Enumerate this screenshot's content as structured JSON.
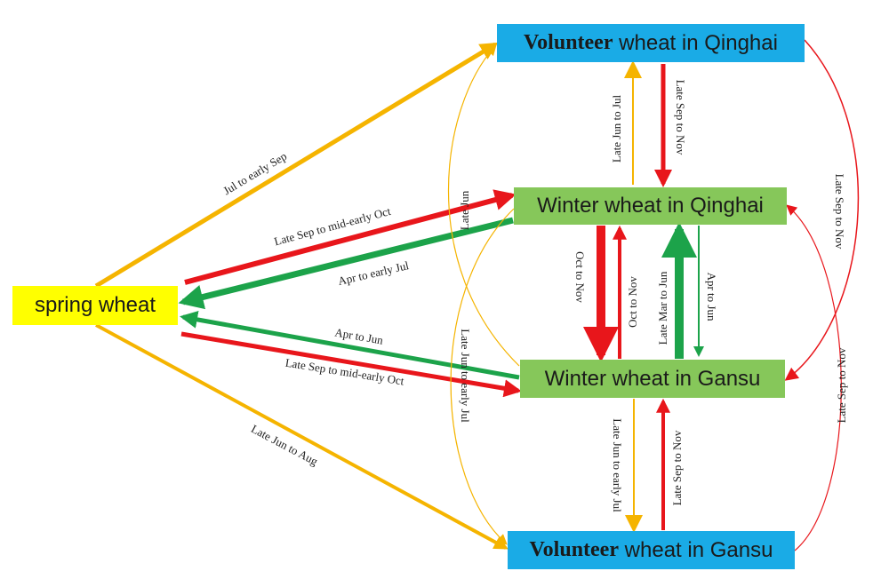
{
  "colors": {
    "yellow_arrow": "#f5b400",
    "red_arrow": "#e8161b",
    "green_arrow": "#1ca34a",
    "volunteer_box": "#1aabe6",
    "winter_box": "#86c75a",
    "spring_box": "#ffff00"
  },
  "nodes": {
    "volunteer_qinghai": {
      "lead": "Volunteer",
      "rest": " wheat in Qinghai"
    },
    "winter_qinghai": {
      "label": "Winter wheat in Qinghai"
    },
    "spring_wheat": {
      "label": "spring wheat"
    },
    "winter_gansu": {
      "label": "Winter wheat in Gansu"
    },
    "volunteer_gansu": {
      "lead": "Volunteer",
      "rest": " wheat in Gansu"
    }
  },
  "edges": {
    "sw_to_vq": "Jul to early Sep",
    "sw_to_wq": "Late Sep to mid-early Oct",
    "wq_to_sw": "Apr to early Jul",
    "wg_to_sw": "Apr to Jun",
    "sw_to_wg": "Late Sep to mid-early Oct",
    "sw_to_vg": "Late Jun to Aug",
    "wq_to_vq": "Late Jun to Jul",
    "vq_to_wq": "Late Sep to Nov",
    "wq_to_wg": "Oct to Nov",
    "wg_to_wq_red": "Oct to Nov",
    "wg_to_wq_green": "Late Mar to Jun",
    "wq_to_wg_green": "Apr to Jun",
    "wg_to_vq": "Late Jun",
    "wq_to_vg": "Late Jun to early Jul",
    "wg_to_vg": "Late Jun to early Jul",
    "vg_to_wg": "Late Sep to Nov",
    "vq_to_wg": "Late Sep to Nov",
    "vg_to_wq": "Late Sep to Nov"
  }
}
